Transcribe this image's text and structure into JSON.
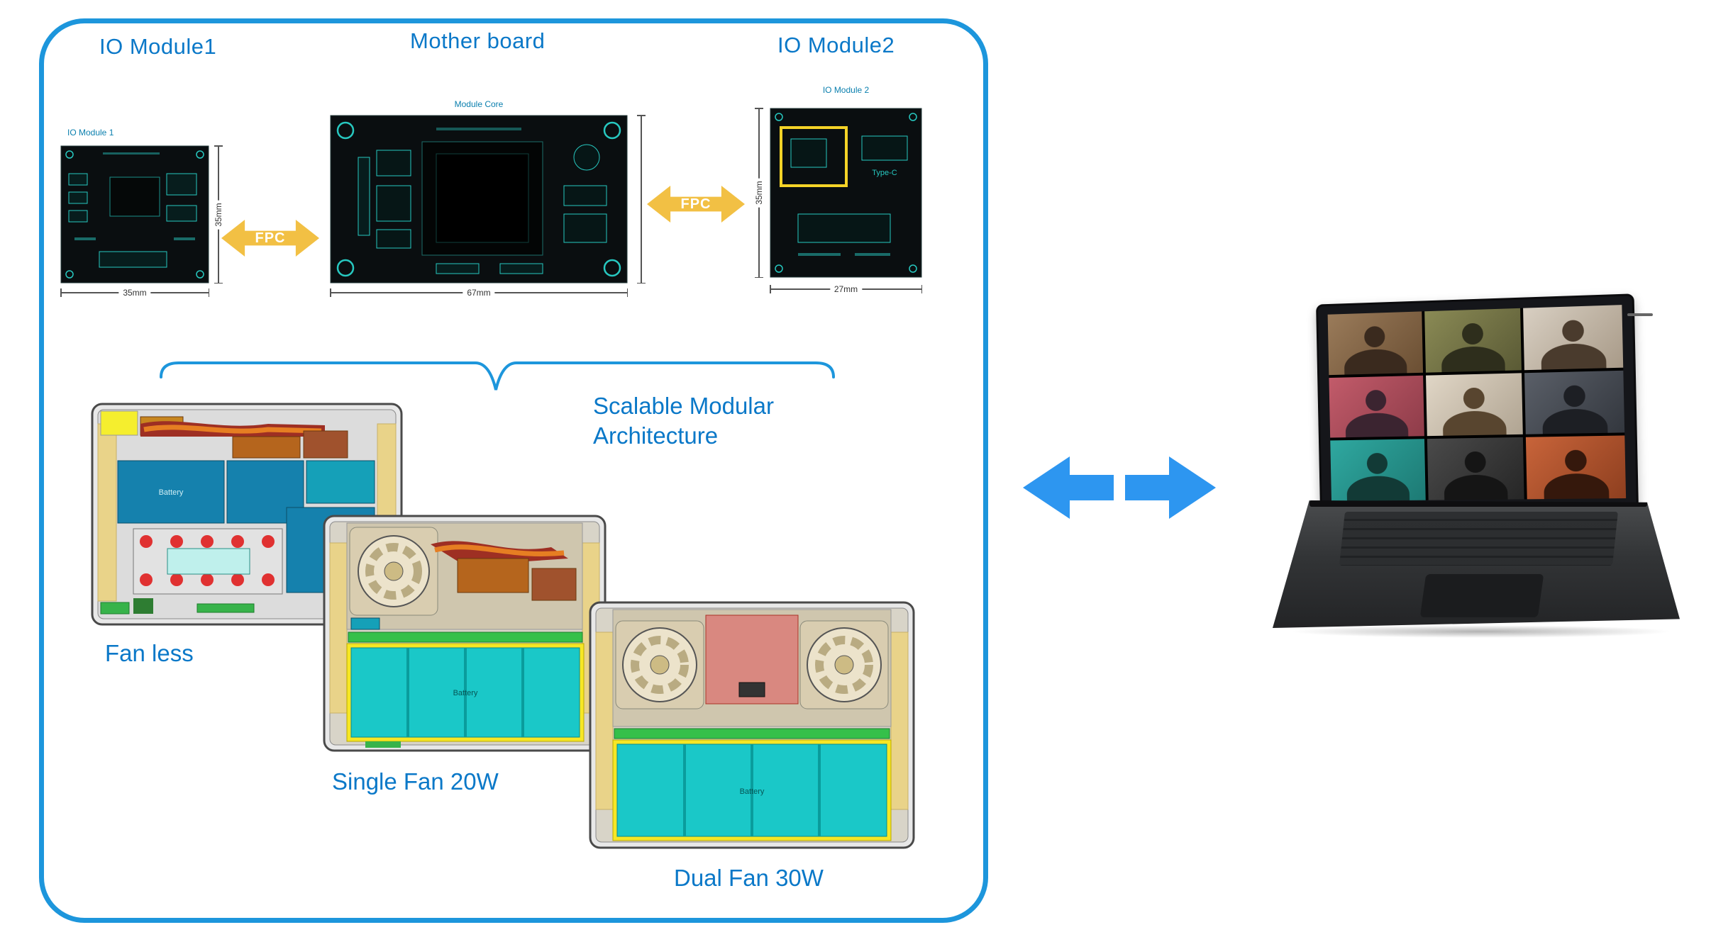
{
  "colors": {
    "panel_border": "#1d96dc",
    "label_blue": "#0a78c8",
    "fpc_fill": "#f2c044",
    "arrow_blue": "#2d96f0",
    "battery_teal": "#1ac8c8",
    "chassis_tan": "#e9d389",
    "pcb_trace_teal": "#27c8c0"
  },
  "header": {
    "io_module1": "IO Module1",
    "mother_board": "Mother board",
    "io_module2": "IO Module2"
  },
  "boards": {
    "io_module1": {
      "caption": "IO Module 1",
      "dim_bottom": "35mm",
      "dim_side": "35mm"
    },
    "mother_board": {
      "caption": "Module Core",
      "dim_bottom": "67mm"
    },
    "io_module2": {
      "caption": "IO Module 2",
      "dim_bottom": "27mm",
      "dim_side": "35mm",
      "port": "Type-C"
    }
  },
  "connectors": {
    "fpc_left": "FPC",
    "fpc_right": "FPC"
  },
  "architecture_label": "Scalable Modular Architecture",
  "layouts": {
    "fanless": {
      "label": "Fan less",
      "battery": "Battery"
    },
    "single_fan": {
      "label": "Single Fan 20W",
      "battery": "Battery"
    },
    "dual_fan": {
      "label": "Dual Fan 30W",
      "battery": "Battery"
    }
  },
  "laptop": {
    "tiles": [
      {
        "bg1": "#9a7b5a",
        "bg2": "#6b4f33",
        "person": "#3a2a1e"
      },
      {
        "bg1": "#8a8a55",
        "bg2": "#5a5a35",
        "person": "#2e2e1c"
      },
      {
        "bg1": "#d8cfc2",
        "bg2": "#a89a88",
        "person": "#4a3b2d"
      },
      {
        "bg1": "#c25b6a",
        "bg2": "#8e3c49",
        "person": "#3b2430"
      },
      {
        "bg1": "#e0d6c6",
        "bg2": "#b0a492",
        "person": "#58452f"
      },
      {
        "bg1": "#5a5f68",
        "bg2": "#33373e",
        "person": "#1d1f24"
      },
      {
        "bg1": "#2fa8a0",
        "bg2": "#1d7a74",
        "person": "#123a36"
      },
      {
        "bg1": "#4a4a4a",
        "bg2": "#262626",
        "person": "#151515"
      },
      {
        "bg1": "#c8643a",
        "bg2": "#8e3f1f",
        "person": "#35180c"
      }
    ]
  }
}
